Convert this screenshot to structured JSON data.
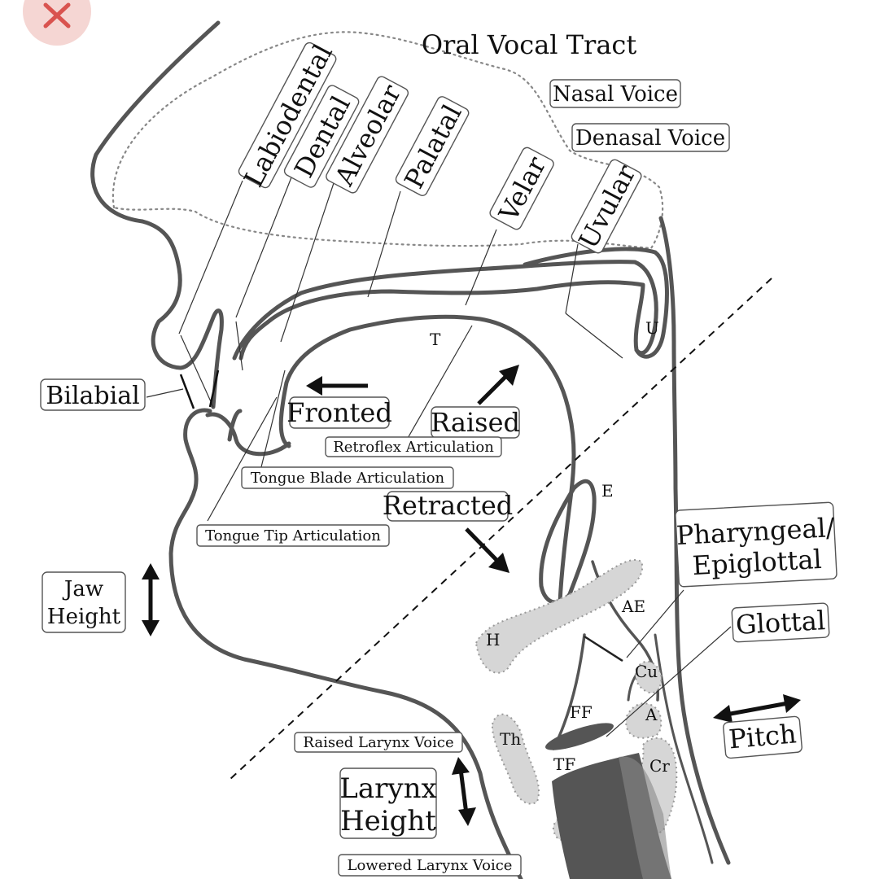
{
  "close_button_icon": "close-x-icon",
  "colors": {
    "close_bg": "#f5d6d3",
    "close_x": "#d9534f",
    "outline": "#555555",
    "cartilage": "#d6d6d6",
    "dark_tissue": "#555555"
  },
  "diagram": {
    "title": "Oral Vocal Tract",
    "nasal_voice": "Nasal Voice",
    "denasal_voice": "Denasal Voice",
    "places": {
      "labiodental": "Labiodental",
      "dental": "Dental",
      "alveolar": "Alveolar",
      "palatal": "Palatal",
      "velar": "Velar",
      "uvular": "Uvular",
      "bilabial": "Bilabial",
      "pharyngeal": "Pharyngeal/",
      "epiglottal": "Epiglottal",
      "glottal": "Glottal"
    },
    "tongue": {
      "fronted": "Fronted",
      "raised": "Raised",
      "retracted": "Retracted",
      "retroflex": "Retroflex Articulation",
      "blade": "Tongue Blade Articulation",
      "tip": "Tongue Tip Articulation"
    },
    "jaw": {
      "line1": "Jaw",
      "line2": "Height"
    },
    "larynx": {
      "line1": "Larynx",
      "line2": "Height",
      "raised_voice": "Raised Larynx Voice",
      "lowered_voice": "Lowered Larynx Voice"
    },
    "pitch": "Pitch",
    "anatomy": {
      "t": "T",
      "u": "U",
      "e": "E",
      "ae": "AE",
      "h": "H",
      "cu": "Cu",
      "ff": "FF",
      "a": "A",
      "th": "Th",
      "tf": "TF",
      "cr": "Cr"
    }
  }
}
